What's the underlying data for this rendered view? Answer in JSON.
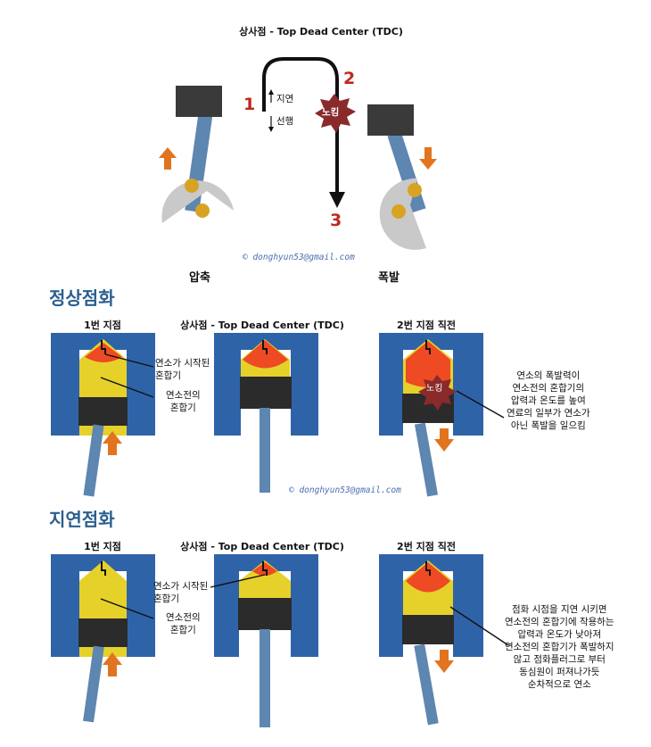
{
  "colors": {
    "block": "#2f63a8",
    "mixture": "#e6d12a",
    "flame": "#ee4a23",
    "piston": "#2b2b2b",
    "rod": "#5d86b0",
    "arrow": "#e2741f",
    "crank": "#c9c9c9",
    "pin": "#d8a323",
    "number_red": "#c0291c",
    "section_blue": "#2b5f8f"
  },
  "top": {
    "tdc_label": "상사점 - Top Dead Center (TDC)",
    "num1": "1",
    "num2": "2",
    "num3": "3",
    "delay_label": "지연",
    "advance_label": "선행",
    "knock_label": "노킹",
    "left_caption": "압축",
    "right_caption": "폭발",
    "credit": "© donghyun53@gmail.com"
  },
  "normal": {
    "title": "정상점화",
    "p1_label": "1번 지점",
    "p2_label": "상사점 - Top Dead Center (TDC)",
    "p3_label": "2번 지점 직전",
    "combust_label": [
      "연소가 시작된",
      "혼합기"
    ],
    "unburnt_label": [
      "연소전의",
      "혼합기"
    ],
    "knock_label": "노킹",
    "desc": [
      "연소의 폭발력이",
      "연소전의 혼합기의",
      "압력과 온도를 높여",
      "연료의 일부가 연소가",
      "아닌 폭발을 일으킴"
    ],
    "credit": "© donghyun53@gmail.com"
  },
  "delayed": {
    "title": "지연점화",
    "p1_label": "1번 지점",
    "p2_label": "상사점 - Top Dead Center (TDC)",
    "p3_label": "2번 지점 직전",
    "combust_label": [
      "연소가 시작된",
      "혼합기"
    ],
    "unburnt_label": [
      "연소전의",
      "혼합기"
    ],
    "desc": [
      "점화 시점을 지연 시키면",
      "연소전의 혼합기에 작용하는",
      "압력과 온도가 낮아져",
      "연소전의 혼합기가 폭발하지",
      "않고 점화플러그로 부터",
      "동심원이 퍼져나가듯",
      "순차적으로 연소"
    ]
  }
}
